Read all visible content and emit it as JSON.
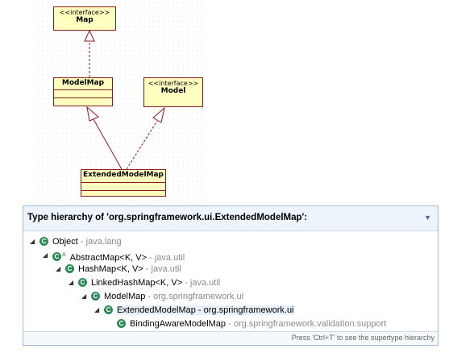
{
  "uml": {
    "map": {
      "stereotype": "<<interface>>",
      "name": "Map"
    },
    "model_map": {
      "name": "ModelMap"
    },
    "model": {
      "stereotype": "<<interface>>",
      "name": "Model"
    },
    "extended_model_map": {
      "name": "ExtendedModelMap"
    },
    "colors": {
      "box_fill": "#ffffc0",
      "box_border": "#8b1a1a",
      "line": "#8b1a1a"
    }
  },
  "hierarchy": {
    "title": "Type hierarchy of 'org.springframework.ui.ExtendedModelMap':",
    "menu_icon": "chevron-down-icon",
    "items": [
      {
        "name": "Object",
        "package": "java.lang"
      },
      {
        "name": "AbstractMap<K, V>",
        "package": "java.util"
      },
      {
        "name": "HashMap<K, V>",
        "package": "java.util"
      },
      {
        "name": "LinkedHashMap<K, V>",
        "package": "java.util"
      },
      {
        "name": "ModelMap",
        "package": "org.springframework.ui"
      },
      {
        "name": "ExtendedModelMap",
        "package": "org.springframework.ui"
      },
      {
        "name": "BindingAwareModelMap",
        "package": "org.springframework.validation.support"
      }
    ],
    "hint": "Press 'Ctrl+T' to see the supertype hierarchy",
    "colors": {
      "class_icon": "#2e8b57",
      "package_text": "#8a8a8a",
      "header_bg": "#eef4fc"
    }
  }
}
